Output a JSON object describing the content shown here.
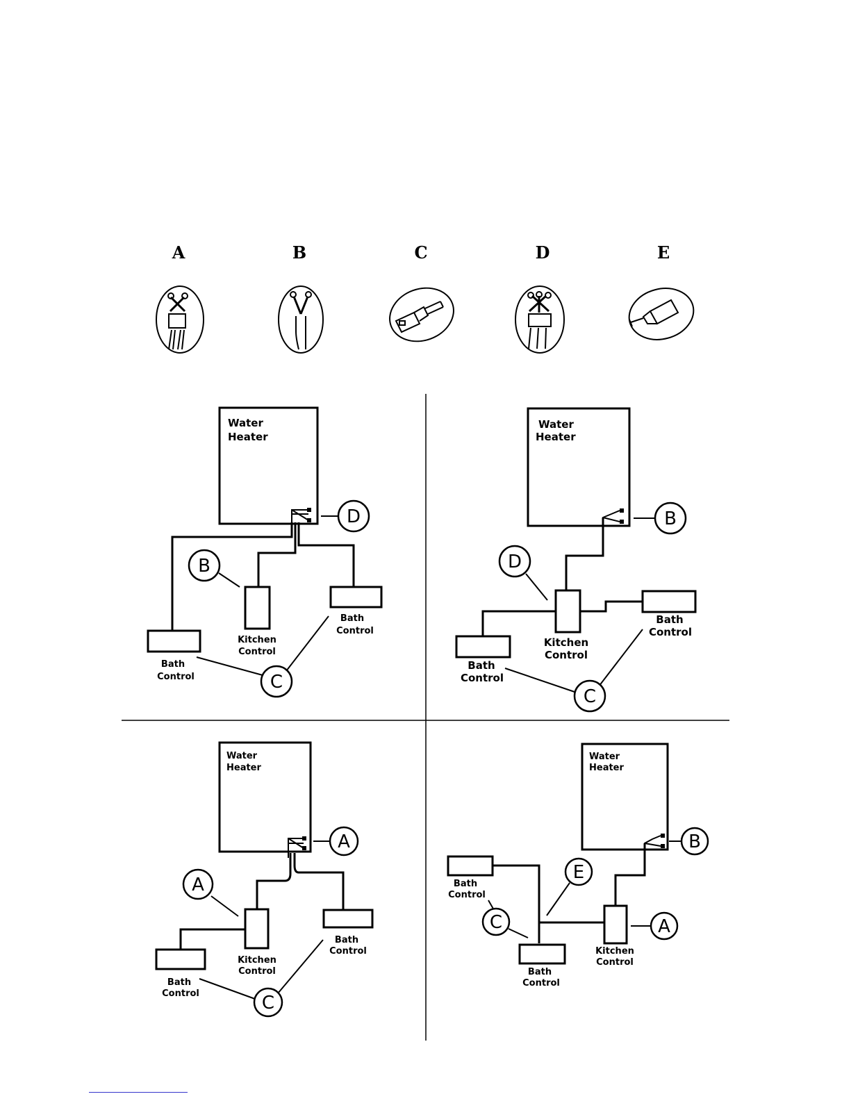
{
  "parts": [
    {
      "letter": "A",
      "icon": "two-wire-ring-terminal-icon"
    },
    {
      "letter": "B",
      "icon": "single-wire-ring-terminal-icon"
    },
    {
      "letter": "C",
      "icon": "modular-connector-icon"
    },
    {
      "letter": "D",
      "icon": "three-wire-ring-terminal-icon"
    },
    {
      "letter": "E",
      "icon": "wire-splice-connector-icon"
    }
  ],
  "diagrams": {
    "d1": {
      "heater": [
        "Water",
        "Heater"
      ],
      "kitchen": [
        "Kitchen",
        "Control"
      ],
      "bath_right": [
        "Bath",
        "Control"
      ],
      "bath_left": [
        "Bath",
        "Control"
      ],
      "callouts": {
        "heater": "D",
        "kitchen": "B",
        "bath": "C"
      }
    },
    "d2": {
      "heater": [
        "Water",
        "Heater"
      ],
      "kitchen": [
        "Kitchen",
        "Control"
      ],
      "bath_right": [
        "Bath",
        "Control"
      ],
      "bath_left": [
        "Bath",
        "Control"
      ],
      "callouts": {
        "heater": "B",
        "kitchen": "D",
        "bath": "C"
      }
    },
    "d3": {
      "heater": [
        "Water",
        "Heater"
      ],
      "kitchen": [
        "Kitchen",
        "Control"
      ],
      "bath_right": [
        "Bath",
        "Control"
      ],
      "bath_left": [
        "Bath",
        "Control"
      ],
      "callouts": {
        "heater": "A",
        "kitchen": "A",
        "bath": "C"
      }
    },
    "d4": {
      "heater": [
        "Water",
        "Heater"
      ],
      "kitchen": [
        "Kitchen",
        "Control"
      ],
      "bath_top": [
        "Bath",
        "Control"
      ],
      "bath_bottom": [
        "Bath",
        "Control"
      ],
      "callouts": {
        "heater": "B",
        "kitchen": "A",
        "splice": "E",
        "bath": "C"
      }
    }
  }
}
